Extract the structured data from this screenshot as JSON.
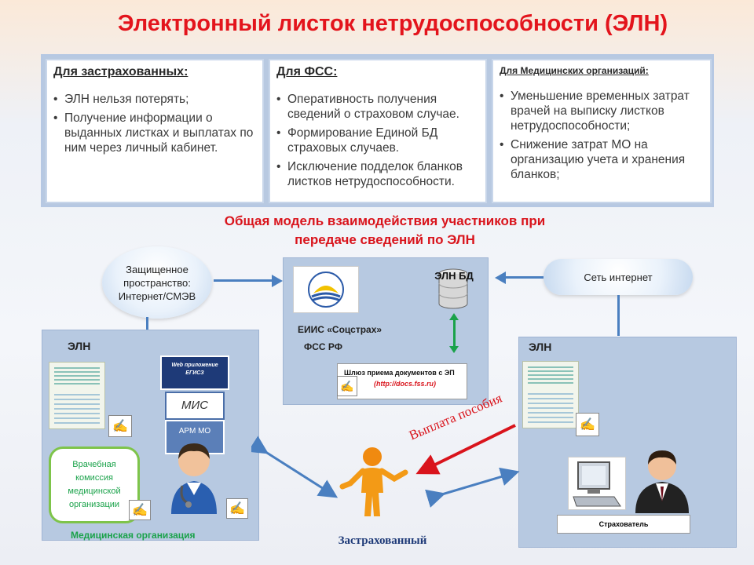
{
  "title": "Электронный листок нетрудоспособности (ЭЛН)",
  "columns": [
    {
      "heading": "Для застрахованных:",
      "items": [
        "ЭЛН нельзя потерять;",
        "Получение информации о выданных листках и  выплатах по ним через личный кабинет."
      ]
    },
    {
      "heading": "Для ФСС:",
      "items": [
        "Оперативность получения сведений о страховом случае.",
        "Формирование Единой БД страховых случаев.",
        "Исключение подделок бланков листков нетрудоспособности."
      ]
    },
    {
      "heading": "Для Медицинских организаций:",
      "items": [
        "Уменьшение временных затрат врачей на выписку листков нетрудоспособности;",
        "Снижение затрат МО на организацию учета и хранения бланков;"
      ]
    }
  ],
  "subtitle_line1": "Общая модель взаимодействия участников при",
  "subtitle_line2": "передаче сведений по ЭЛН",
  "cloud_left": "Защищенное пространство: Интернет/СМЭВ",
  "cloud_right": "Сеть интернет",
  "center": {
    "db_label": "ЭЛН БД",
    "system": "ЕИИС «Соцстрах»",
    "fund": "ФСС РФ",
    "gateway": "Шлюз приема документов с ЭП",
    "gateway_url": "(http://docs.fss.ru)"
  },
  "left_panel": {
    "eln": "ЭЛН",
    "web_app": "Web приложение ЕГИСЗ",
    "mis": "МИС",
    "arm": "АРМ МО",
    "commission": "Врачебная комиссия медицинской организации",
    "caption": "Медицинская организация"
  },
  "right_panel": {
    "eln": "ЭЛН",
    "insurer": "Страхователь"
  },
  "payment": "Выплата пособия",
  "insured": "Застрахованный",
  "colors": {
    "title": "#e3141c",
    "accent": "#4a7fc0",
    "payment": "#d9141c",
    "green": "#1aa24a"
  }
}
